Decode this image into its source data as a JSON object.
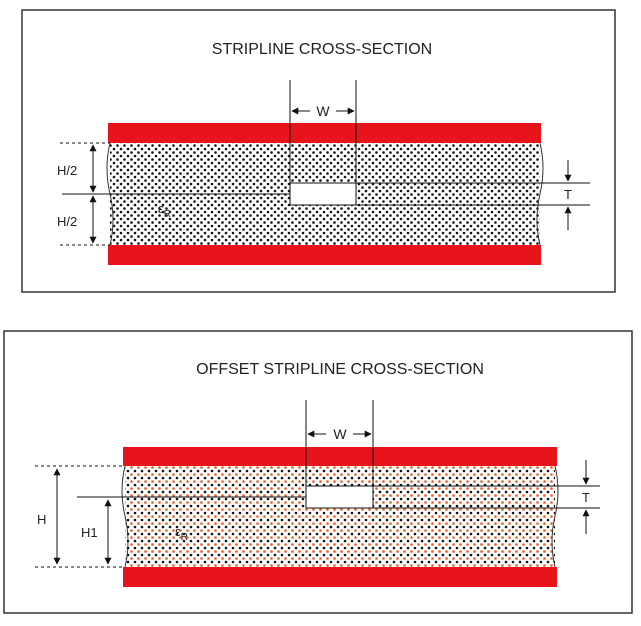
{
  "stripline": {
    "title": "STRIPLINE CROSS-SECTION",
    "width_label": "W",
    "thickness_label": "T",
    "upper_half_label": "H/2",
    "lower_half_label": "H/2",
    "dielectric_symbol": "ε",
    "dielectric_subscript": "R"
  },
  "offset_stripline": {
    "title": "OFFSET STRIPLINE CROSS-SECTION",
    "width_label": "W",
    "thickness_label": "T",
    "height_label": "H",
    "offset_height_label": "H1",
    "dielectric_symbol": "ε",
    "dielectric_subscript": "R"
  },
  "colors": {
    "ground_plane": "#e8141c",
    "dot_black": "#111111",
    "dot_orange": "#f05a1e",
    "frame": "#333333"
  }
}
